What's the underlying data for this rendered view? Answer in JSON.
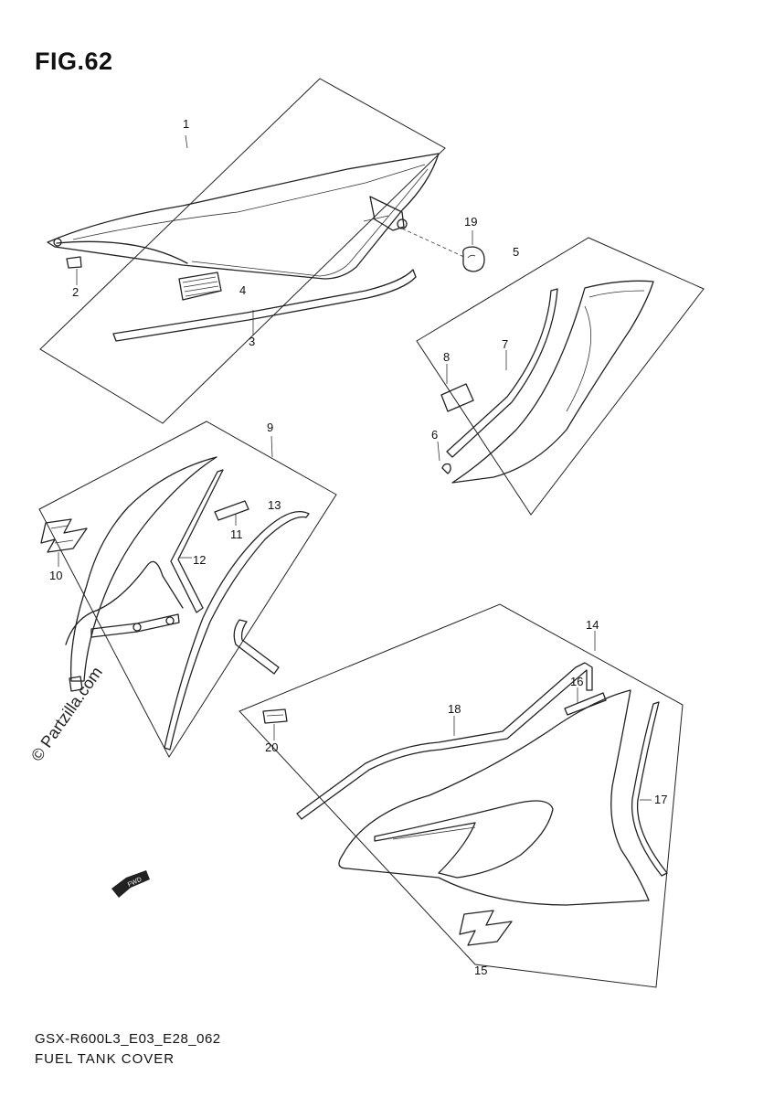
{
  "figure": {
    "title": "FIG.62",
    "code": "GSX-R600L3_E03_E28_062",
    "name": "FUEL TANK COVER",
    "watermark": "© Partzilla.com",
    "fwd_label": "FWD"
  },
  "callouts": [
    {
      "id": "c1",
      "label": "1"
    },
    {
      "id": "c2",
      "label": "2"
    },
    {
      "id": "c3",
      "label": "3"
    },
    {
      "id": "c4",
      "label": "4"
    },
    {
      "id": "c5",
      "label": "5"
    },
    {
      "id": "c6",
      "label": "6"
    },
    {
      "id": "c7",
      "label": "7"
    },
    {
      "id": "c8",
      "label": "8"
    },
    {
      "id": "c9",
      "label": "9"
    },
    {
      "id": "c10",
      "label": "10"
    },
    {
      "id": "c11",
      "label": "11"
    },
    {
      "id": "c12",
      "label": "12"
    },
    {
      "id": "c13",
      "label": "13"
    },
    {
      "id": "c14",
      "label": "14"
    },
    {
      "id": "c15",
      "label": "15"
    },
    {
      "id": "c16",
      "label": "16"
    },
    {
      "id": "c17",
      "label": "17"
    },
    {
      "id": "c18",
      "label": "18"
    },
    {
      "id": "c19",
      "label": "19"
    },
    {
      "id": "c20",
      "label": "20"
    }
  ]
}
